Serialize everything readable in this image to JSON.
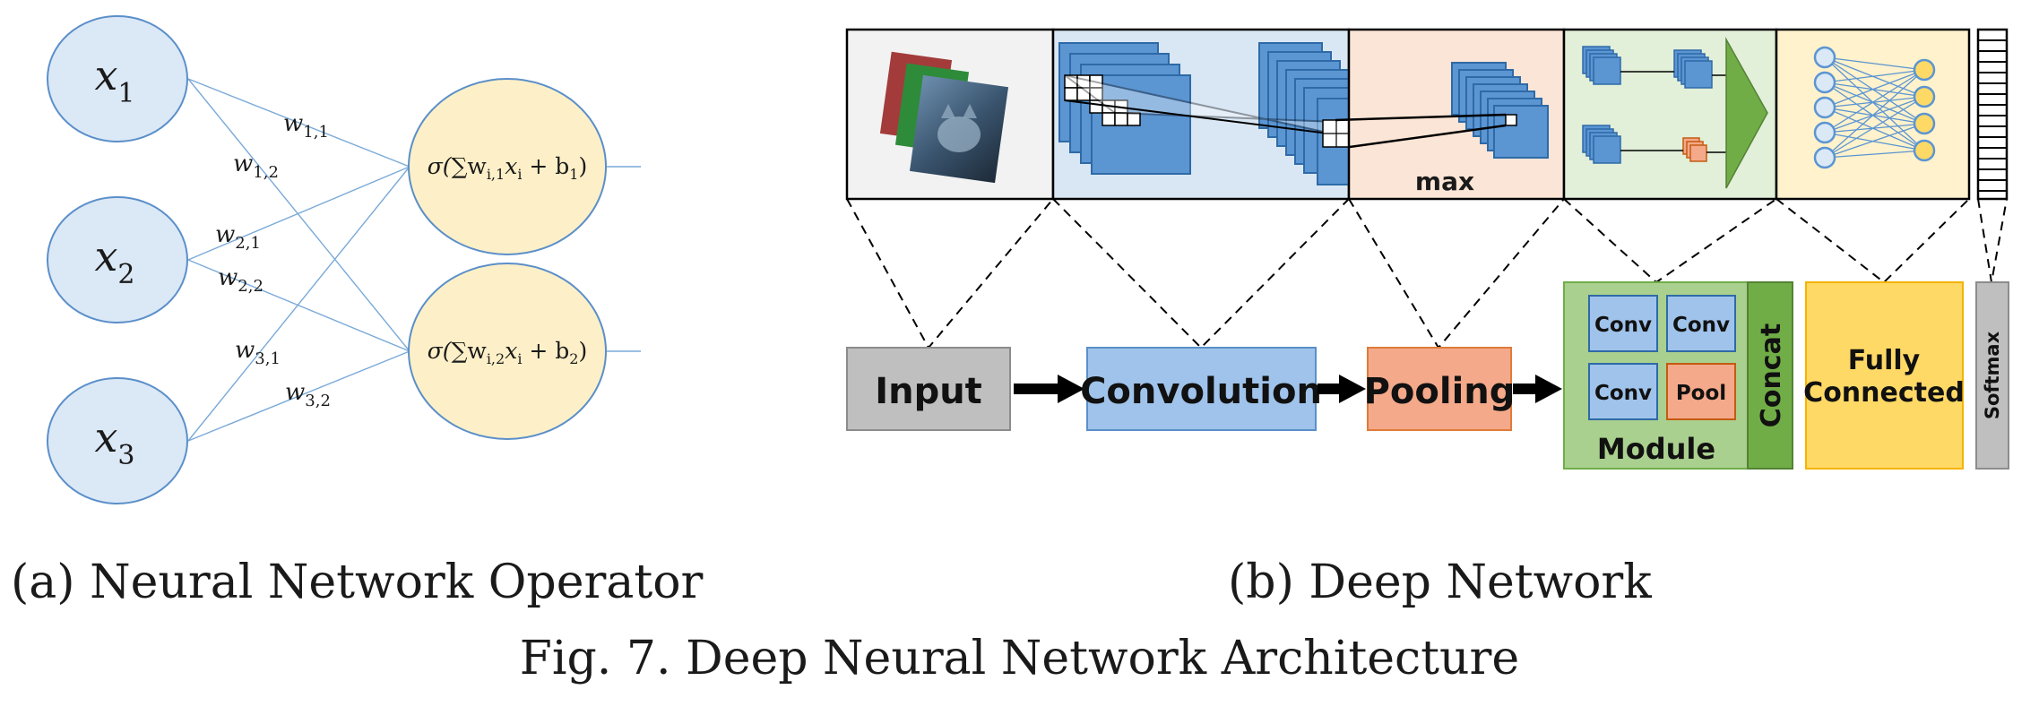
{
  "colors": {
    "neuron_fill": "#dbe8f6",
    "neuron_stroke": "#5b8fc9",
    "operator_fill": "#fdf0c8",
    "operator_stroke": "#5b8fc9",
    "edge": "#7aaad8",
    "input_fill": "#bfbfbf",
    "conv_fill": "#9fc3ea",
    "pool_fill": "#f4a98a",
    "module_fill": "#a9d08e",
    "fc_fill": "#ffd966",
    "softmax_fill": "#bfbfbf"
  },
  "left": {
    "inputs": [
      {
        "var": "x",
        "sub": "1"
      },
      {
        "var": "x",
        "sub": "2"
      },
      {
        "var": "x",
        "sub": "3"
      }
    ],
    "operators": [
      {
        "sigma": "σ(",
        "sum": "∑w",
        "w_sub": "i,1",
        "x": "x",
        "x_sub": "i",
        "plus": " + b",
        "b_sub": "1",
        "close": ")"
      },
      {
        "sigma": "σ(",
        "sum": "∑w",
        "w_sub": "i,2",
        "x": "x",
        "x_sub": "i",
        "plus": " + b",
        "b_sub": "2",
        "close": ")"
      }
    ],
    "weights": [
      {
        "w": "w",
        "sub": "1,1"
      },
      {
        "w": "w",
        "sub": "1,2"
      },
      {
        "w": "w",
        "sub": "2,1"
      },
      {
        "w": "w",
        "sub": "2,2"
      },
      {
        "w": "w",
        "sub": "3,1"
      },
      {
        "w": "w",
        "sub": "3,2"
      }
    ]
  },
  "right": {
    "top_max_label": "max",
    "blocks": {
      "input": "Input",
      "convolution": "Convolution",
      "pooling": "Pooling",
      "module_conv": "Conv",
      "module_pool": "Pool",
      "module_label": "Module",
      "concat": "Concat",
      "fc_line1": "Fully",
      "fc_line2": "Connected",
      "softmax": "Softmax"
    }
  },
  "captions": {
    "a": "(a) Neural Network Operator",
    "b": "(b) Deep Network",
    "fig": "Fig. 7.  Deep Neural Network Architecture"
  }
}
